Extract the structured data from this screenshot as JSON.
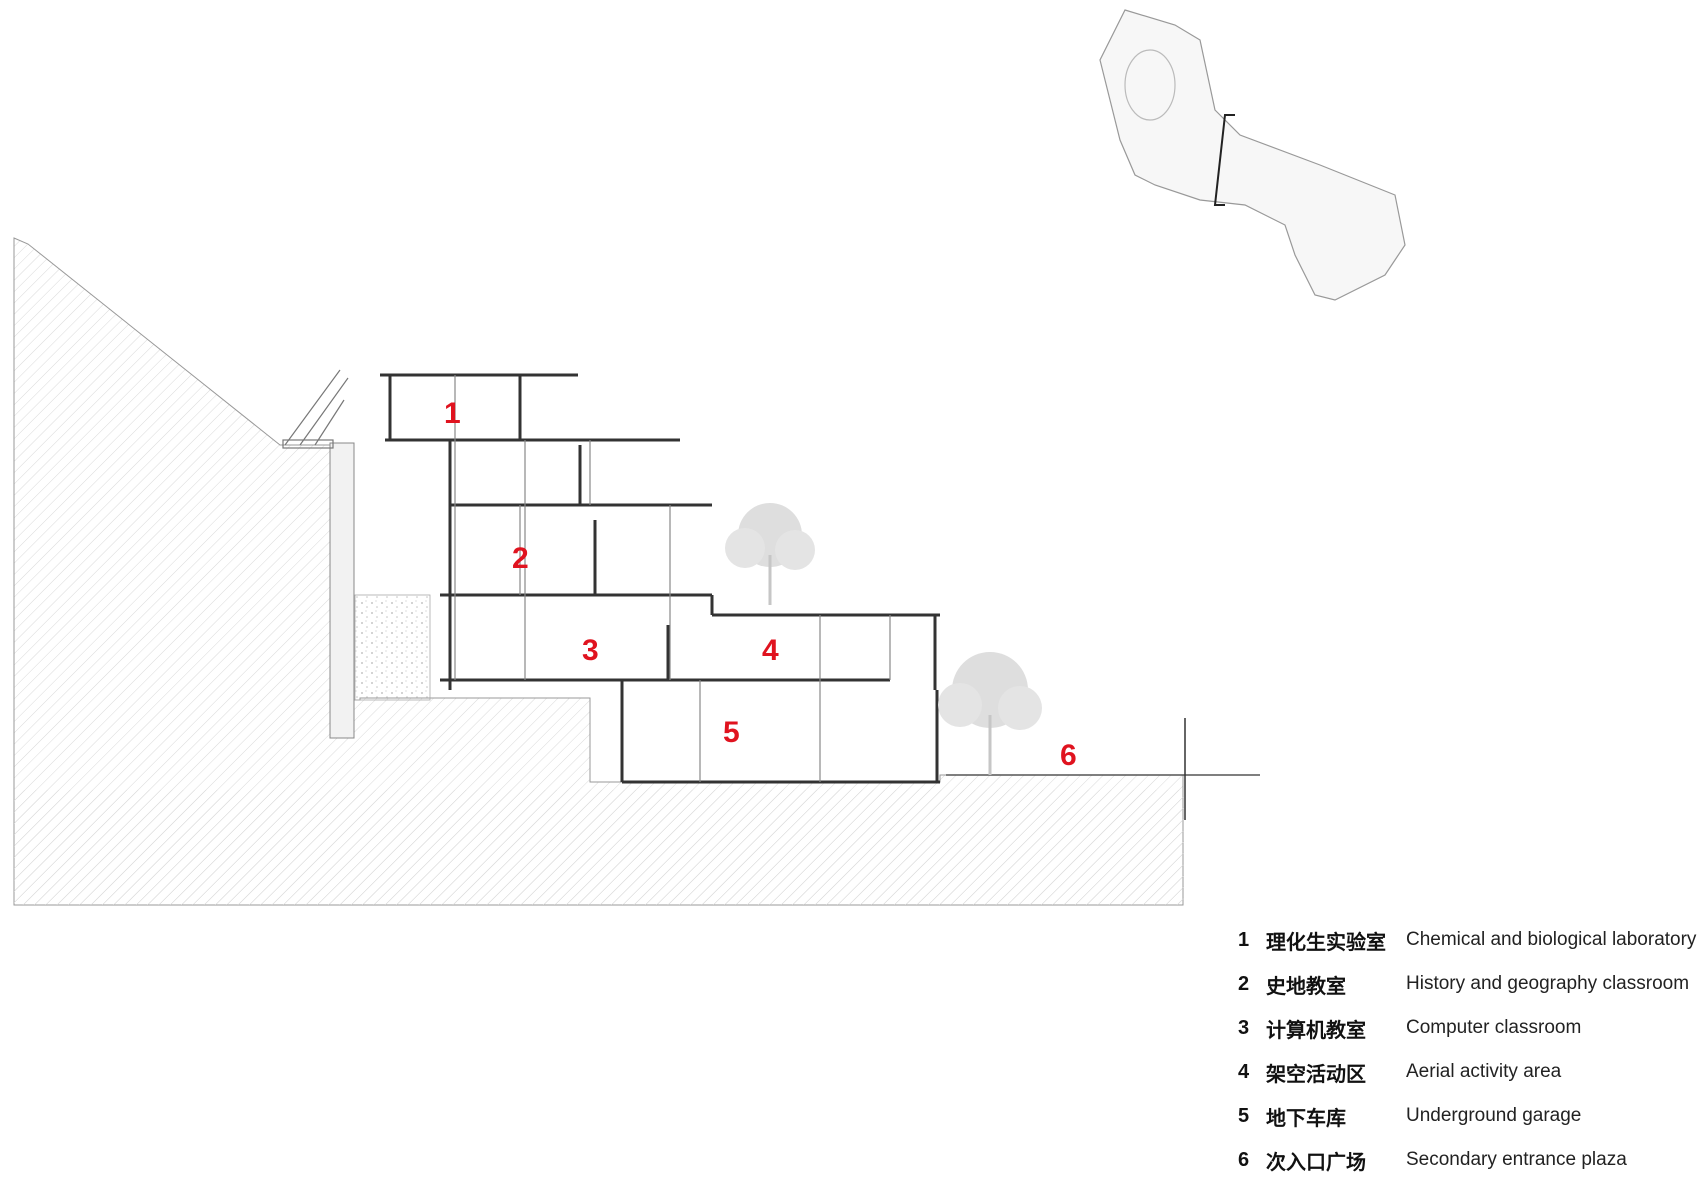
{
  "section_labels": [
    {
      "id": "1"
    },
    {
      "id": "2"
    },
    {
      "id": "3"
    },
    {
      "id": "4"
    },
    {
      "id": "5"
    },
    {
      "id": "6"
    }
  ],
  "legend": [
    {
      "num": "1",
      "zh": "理化生实验室",
      "en": "Chemical and biological laboratory"
    },
    {
      "num": "2",
      "zh": "史地教室",
      "en": "History and geography classroom"
    },
    {
      "num": "3",
      "zh": "计算机教室",
      "en": "Computer classroom"
    },
    {
      "num": "4",
      "zh": "架空活动区",
      "en": "Aerial activity area"
    },
    {
      "num": "5",
      "zh": "地下车库",
      "en": "Underground garage"
    },
    {
      "num": "6",
      "zh": "次入口广场",
      "en": "Secondary entrance plaza"
    }
  ],
  "colors": {
    "label_red": "#e0131f",
    "structure": "#333333",
    "hatch": "#d6d6d6"
  }
}
